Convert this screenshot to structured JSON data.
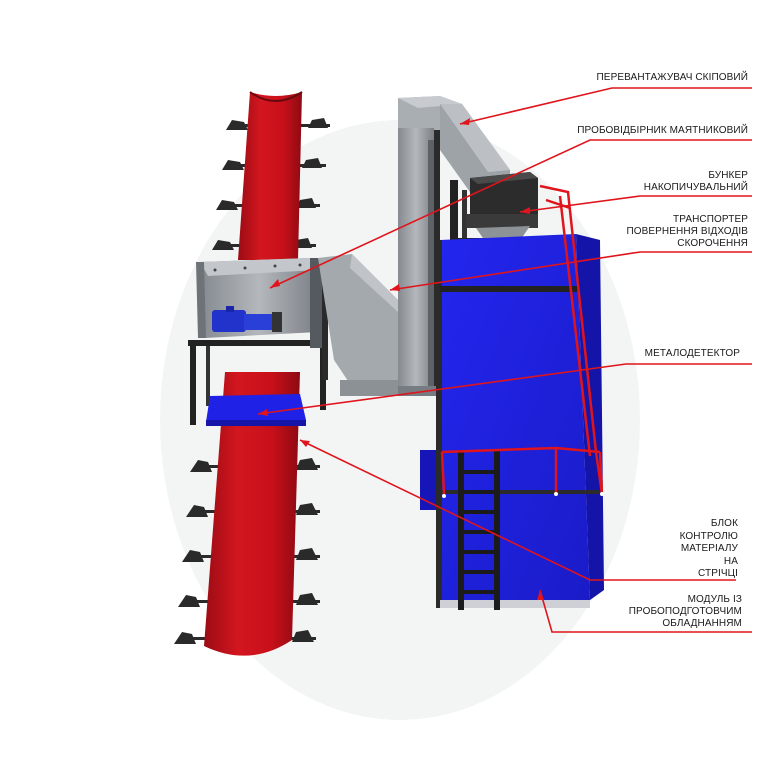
{
  "labels": {
    "skip_hoist": "ПЕРЕВАНТАЖУВАЧ СКІПОВИЙ",
    "pendulum_sampler": "ПРОБОВІДБІРНИК МАЯТНИКОВИЙ",
    "bunker_line1": "БУНКЕР",
    "bunker_line2": "НАКОПИЧУВАЛЬНИЙ",
    "return_conveyor_line1": "ТРАНСПОРТЕР",
    "return_conveyor_line2": "ПОВЕРНЕННЯ ВІДХОДІВ",
    "return_conveyor_line3": "СКОРОЧЕННЯ",
    "metal_detector": "МЕТАЛОДЕТЕКТОР",
    "control_block_line1": "БЛОК",
    "control_block_line2": "КОНТРОЛЮ",
    "control_block_line3": "МАТЕРІАЛУ",
    "control_block_line4": "НА",
    "control_block_line5": "СТРІЧЦІ",
    "module_line1": "МОДУЛЬ ІЗ",
    "module_line2": "ПРОБОПОДГОТОВЧИМ",
    "module_line3": "ОБЛАДНАННЯМ"
  },
  "colors": {
    "leader_line": "#e0141c",
    "belt": "#c8101a",
    "belt_shadow": "#8e0a12",
    "module_body": "#1f22e6",
    "module_dark": "#1515b0",
    "railing": "#e0141c",
    "steel": "#9ea3a8",
    "steel_dark": "#6f757b",
    "frame": "#222222",
    "motor": "#2233cc"
  }
}
